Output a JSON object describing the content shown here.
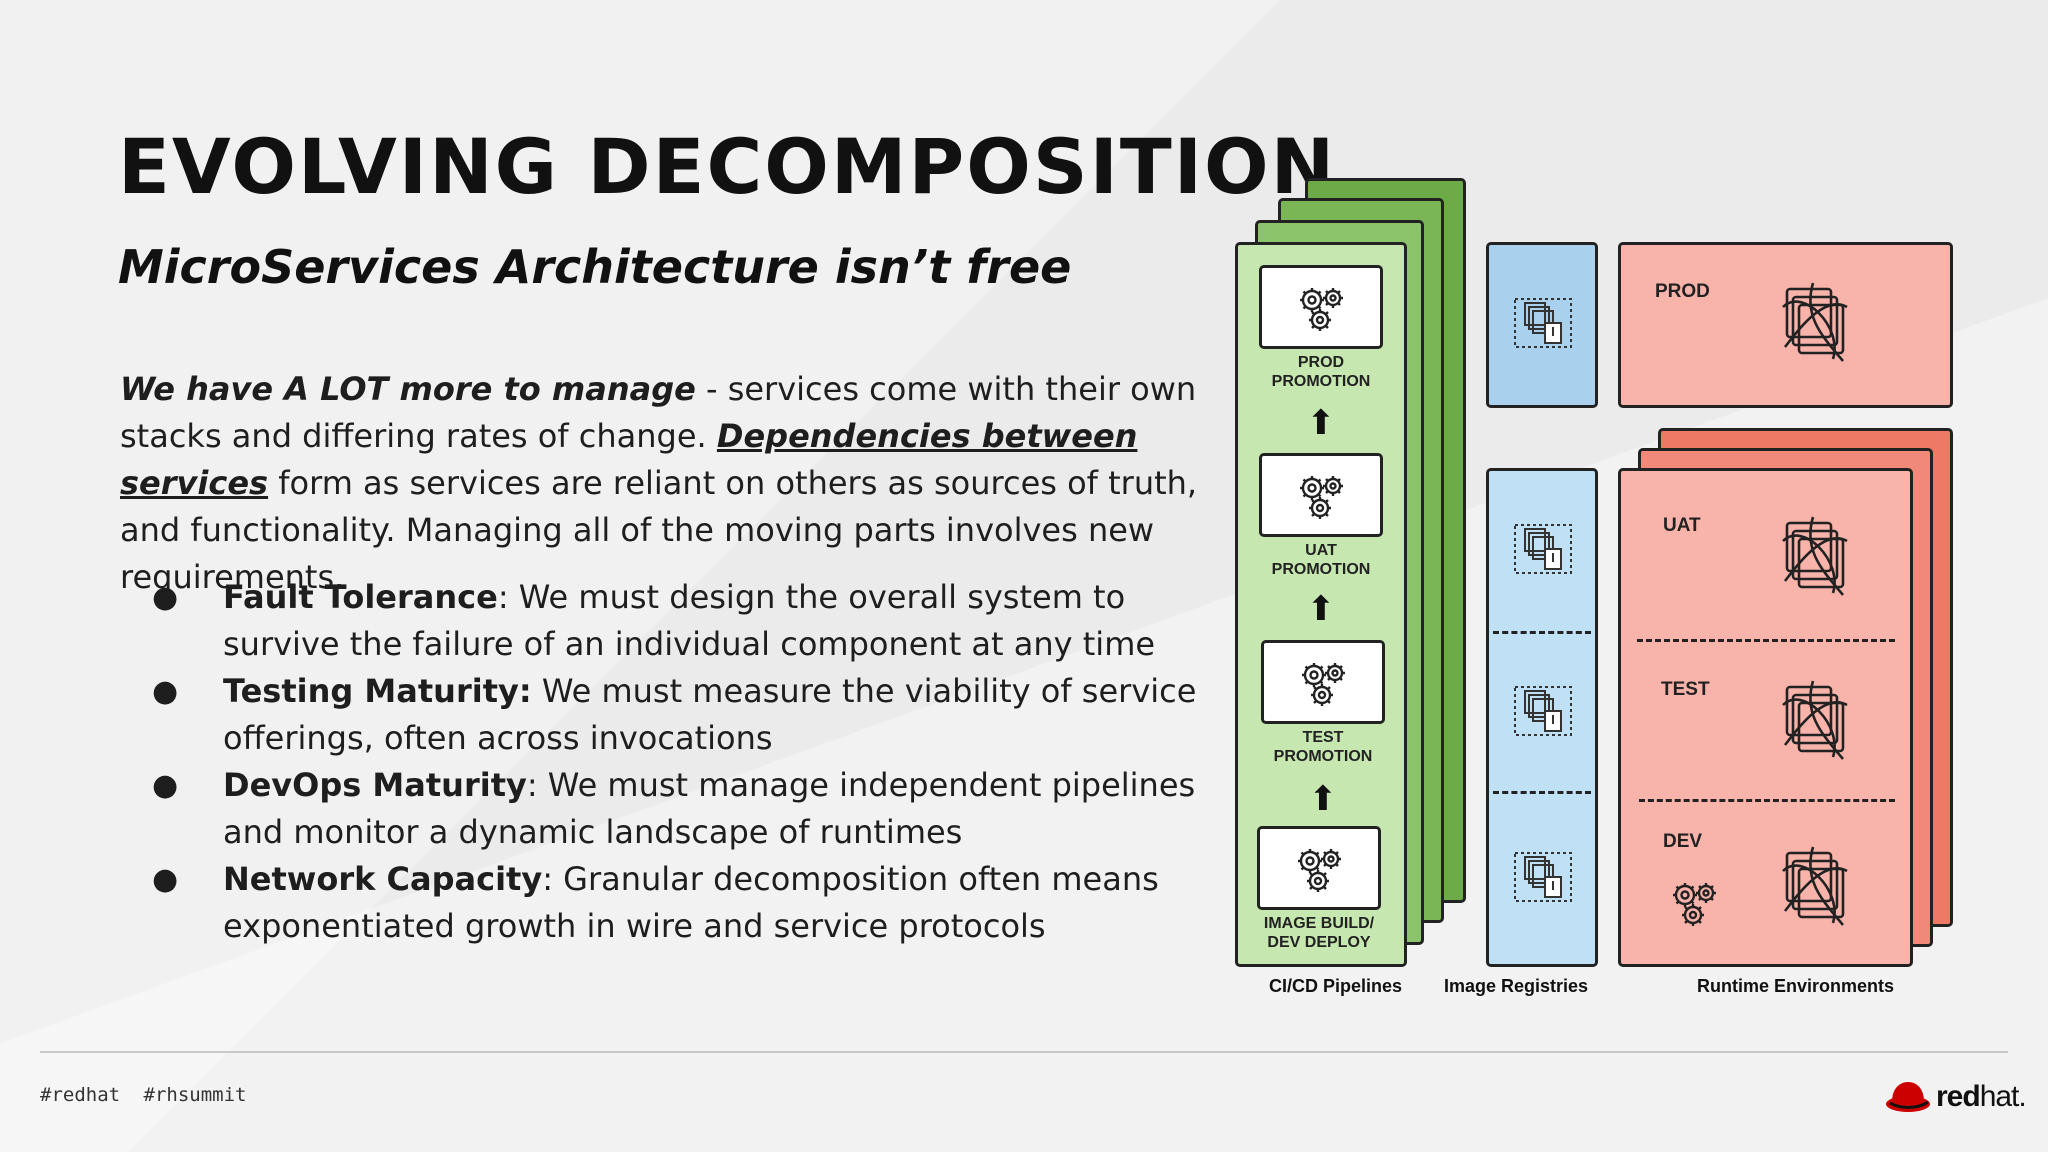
{
  "slide": {
    "title": "EVOLVING DECOMPOSITION",
    "subtitle": "MicroServices Architecture isn’t free"
  },
  "intro": {
    "lead": "We have A LOT more to manage",
    "part1": " - services come with their own stacks and differing rates of change. ",
    "link": "Dependencies between services",
    "part2": " form as services are reliant on others as sources of truth, and functionality. Managing all of the moving parts involves new requirements."
  },
  "bullets": [
    {
      "term": "Fault Tolerance",
      "text": ": We must design the overall system to survive the failure of an individual component at any time"
    },
    {
      "term": "Testing Maturity:",
      "text": " We must measure the viability of service offerings, often across invocations"
    },
    {
      "term": "DevOps Maturity",
      "text": ": We must manage independent pipelines and monitor a dynamic landscape of runtimes"
    },
    {
      "term": "Network Capacity",
      "text": ": Granular decomposition often means exponentiated growth in wire and service protocols"
    }
  ],
  "bullet_glyph": "●",
  "diagram": {
    "stages": [
      {
        "label": "PROD\nPROMOTION",
        "icon": "gears-icon"
      },
      {
        "label": "UAT\nPROMOTION",
        "icon": "gears-icon"
      },
      {
        "label": "TEST\nPROMOTION",
        "icon": "gears-icon"
      },
      {
        "label": "IMAGE BUILD/\nDEV DEPLOY",
        "icon": "gears-icon"
      }
    ],
    "arrow_glyph": "⬆",
    "environments": [
      "PROD",
      "UAT",
      "TEST",
      "DEV"
    ],
    "captions": [
      "CI/CD Pipelines",
      "Image Registries",
      "Runtime Environments"
    ],
    "colors": {
      "pipeline_dark": "#6daa48",
      "pipeline_light": "#c6e7b0",
      "registry": "#bfe0f5",
      "runtime": "#f8b3aa",
      "runtime_dark": "#ee7a66"
    }
  },
  "footer": {
    "hashtags": [
      "#redhat",
      "#rhsummit"
    ],
    "brand_bold": "red",
    "brand_light": "hat."
  }
}
